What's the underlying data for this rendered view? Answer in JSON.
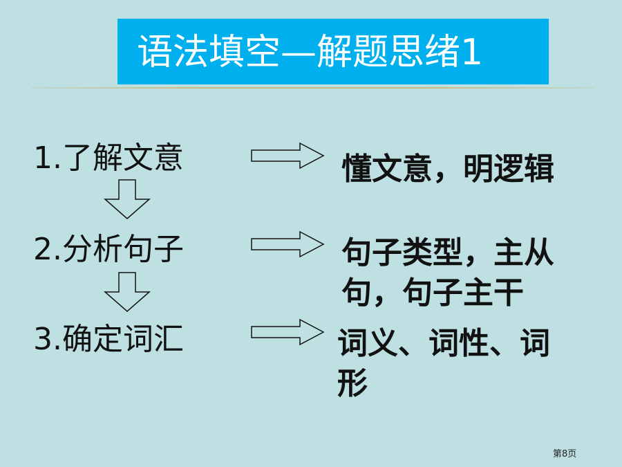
{
  "title": "语法填空—解题思绪1",
  "steps": [
    {
      "label": "1.了解文意",
      "result_lines": [
        "懂文意，明逻辑"
      ]
    },
    {
      "label": "2.分析句子",
      "result_lines": [
        "句子类型，主从",
        "句，句子主干"
      ]
    },
    {
      "label": "3.确定词汇",
      "result_lines": [
        "词义、词性、词",
        "形"
      ]
    }
  ],
  "footer": "第8页",
  "colors": {
    "background": "#bfe0e2",
    "title_bar": "#00b0ee",
    "title_text": "#ffffff"
  },
  "icons": [
    "right-arrow-icon",
    "down-arrow-icon"
  ]
}
